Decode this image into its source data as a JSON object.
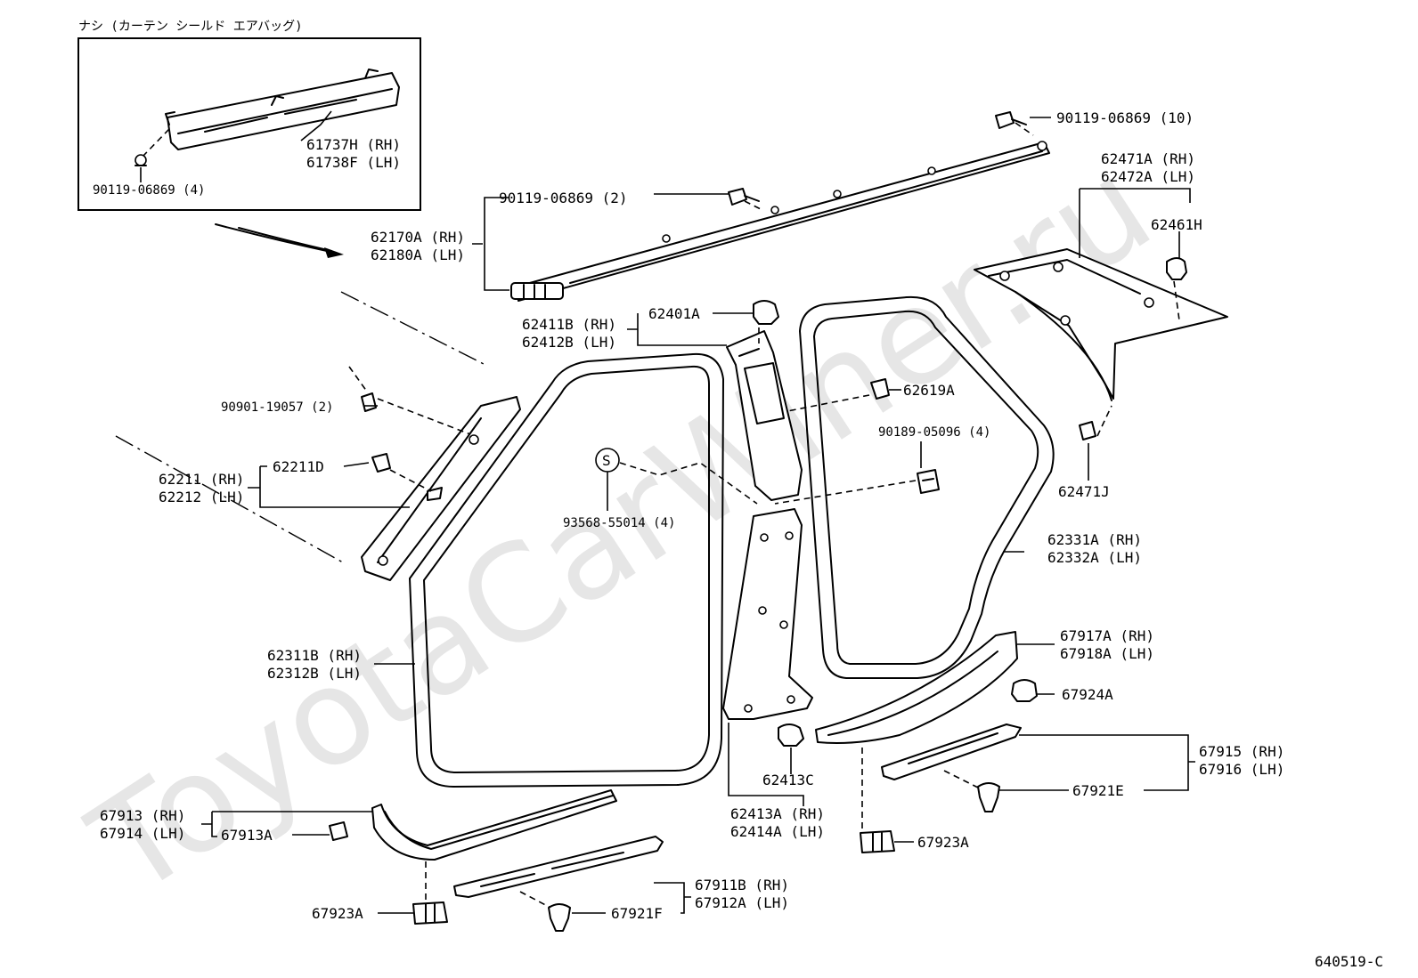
{
  "watermark": "ToyotaCarWiner.ru",
  "inset": {
    "title": "ナシ (カーテン シールド エアバッグ)",
    "labels": [
      "61737H (RH)",
      "61738F (LH)",
      "90119-06869 (4)"
    ]
  },
  "labels": {
    "l_90119_10": "90119-06869 (10)",
    "l_62471A": "62471A (RH)",
    "l_62472A": "62472A (LH)",
    "l_62461H": "62461H",
    "l_90119_2": "90119-06869 (2)",
    "l_62170A": "62170A (RH)",
    "l_62180A": "62180A (LH)",
    "l_62411B": "62411B (RH)",
    "l_62412B": "62412B (LH)",
    "l_62401A": "62401A",
    "l_62619A": "62619A",
    "l_90189": "90189-05096 (4)",
    "l_62471J": "62471J",
    "l_90901": "90901-19057 (2)",
    "l_62211D": "62211D",
    "l_62211": "62211 (RH)",
    "l_62212": "62212 (LH)",
    "l_S": "S",
    "l_93568": "93568-55014 (4)",
    "l_62331A": "62331A (RH)",
    "l_62332A": "62332A (LH)",
    "l_62311B": "62311B (RH)",
    "l_62312B": "62312B (LH)",
    "l_67917A": "67917A (RH)",
    "l_67918A": "67918A (LH)",
    "l_67924A": "67924A",
    "l_62413C": "62413C",
    "l_67915": "67915 (RH)",
    "l_67916": "67916 (LH)",
    "l_67921E": "67921E",
    "l_62413A": "62413A (RH)",
    "l_62414A": "62414A (LH)",
    "l_67913": "67913 (RH)",
    "l_67914": "67914 (LH)",
    "l_67913A": "67913A",
    "l_67923A_r": "67923A",
    "l_67911B": "67911B (RH)",
    "l_67912A": "67912A (LH)",
    "l_67921F": "67921F",
    "l_67923A_l": "67923A",
    "diagram_code": "640519-C"
  }
}
